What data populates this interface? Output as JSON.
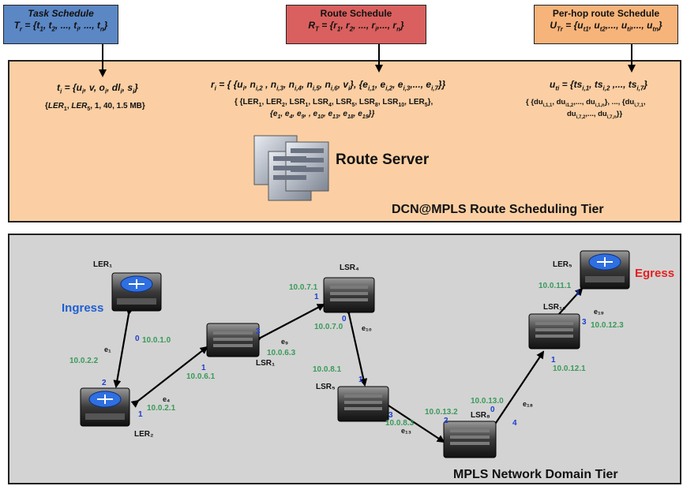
{
  "headers": {
    "task": {
      "title": "Task Schedule",
      "formula": "T_r = {t_1, t_2, ..., t_i, ..., t_n}"
    },
    "route": {
      "title": "Route Schedule",
      "formula": "R_T = {r_1, r_2, ..., r_i, ..., r_n}"
    },
    "perhop": {
      "title": "Per-hop  route Schedule",
      "formula": "U_Tr = {u_t1, u_t2, ..., u_ti, ..., u_tn}"
    }
  },
  "tier_top": {
    "title": "DCN@MPLS Route Scheduling Tier",
    "task_def": "t_i = {u_i, v, o_i, dl_i, s_i}",
    "task_example": "{LER_1, LER_5, 1, 40, 1.5 MB}",
    "route_def": "r_i = { {u_i, n_i,2 , n_i,3, n_i,4, n_i,5, n_i,6, v_i}, {e_i,1, e_i,2, e_i,3,..., e_i,7}}",
    "route_example_1": "{ {LER_1, LER_2, LSR_1, LSR_4, LSR_5, LSR_8, LSR_10, LER_5},",
    "route_example_2": "{e_1, e_4, e_9, , e_10, e_13, e_18, e_19}}",
    "perhop_def": "u_ti = {ts_i,1, ts_i,2 ,..., ts_i,7}",
    "perhop_example_1": "{ {du_i,1,1, du_i1,2,..., du_i,1,n}, ..., {du_i,7,1,",
    "perhop_example_2": "du_i,7,2,..., du_i,7,n}}",
    "server_label": "Route Server"
  },
  "tier_bottom": {
    "title": "MPLS Network Domain Tier",
    "ingress": "Ingress",
    "egress": "Egress",
    "nodes": {
      "ler1": "LER₁",
      "ler2": "LER₂",
      "lsr1": "LSR₁",
      "lsr4": "LSR₄",
      "lsr5": "LSR₅",
      "lsr8": "LSR₈",
      "lsr10": "LSR₁₀",
      "ler5": "LER₅"
    },
    "edges": {
      "e1": "e₁",
      "e4": "e₄",
      "e9": "e₉",
      "e10": "e₁₀",
      "e13": "e₁₃",
      "e18": "e₁₈",
      "e19": "e₁₉"
    },
    "ips": {
      "ip_10010": "10.0.1.0",
      "ip_10022": "10.0.2.2",
      "ip_10021": "10.0.2.1",
      "ip_10061": "10.0.6.1",
      "ip_10063": "10.0.6.3",
      "ip_10071": "10.0.7.1",
      "ip_10070": "10.0.7.0",
      "ip_10081": "10.0.8.1",
      "ip_10083": "10.0.8.3",
      "ip_100132": "10.0.13.2",
      "ip_100130": "10.0.13.0",
      "ip_100121": "10.0.12.1",
      "ip_100123": "10.0.12.3",
      "ip_100111": "10.0.11.1"
    },
    "ports": {
      "p_ler1": "0",
      "p_ler2_2": "2",
      "p_ler2_1": "1",
      "p_lsr1_1": "1",
      "p_lsr1_3": "3",
      "p_lsr4_1": "1",
      "p_lsr4_0": "0",
      "p_lsr5_1": "1",
      "p_lsr5_3": "3",
      "p_lsr8_2": "2",
      "p_lsr8_0": "0",
      "p_lsr8_4": "4",
      "p_lsr10_1": "1",
      "p_lsr10_3": "3",
      "p_ler5_1": "1"
    }
  },
  "colors": {
    "task_header": "#5b87c5",
    "route_header": "#d9605e",
    "perhop_header": "#f7b47a",
    "top_tier": "#fbcfa3",
    "bottom_tier": "#d3d3d3",
    "ingress": "#1f5fd1",
    "egress": "#e62020",
    "ip_text": "#3a9a5a",
    "port_text": "#1c3fd1"
  }
}
